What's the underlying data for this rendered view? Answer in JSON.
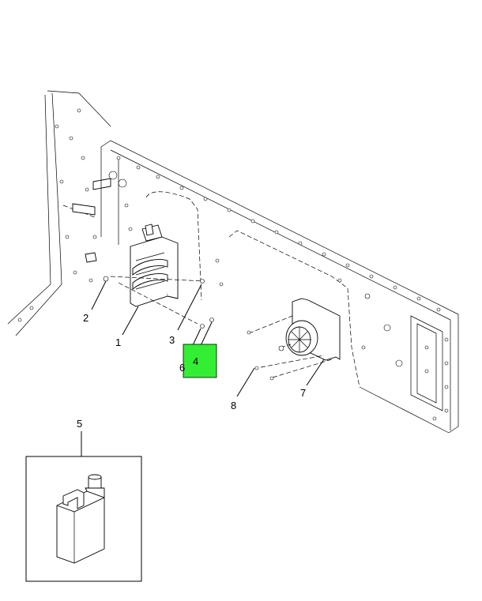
{
  "callouts": {
    "c1": "1",
    "c2": "2",
    "c3": "3",
    "c4": "4",
    "c5": "5",
    "c6": "6",
    "c7": "7",
    "c8": "8"
  },
  "colors": {
    "highlight": "#33ee33",
    "line": "#000000",
    "background": "#ffffff"
  }
}
